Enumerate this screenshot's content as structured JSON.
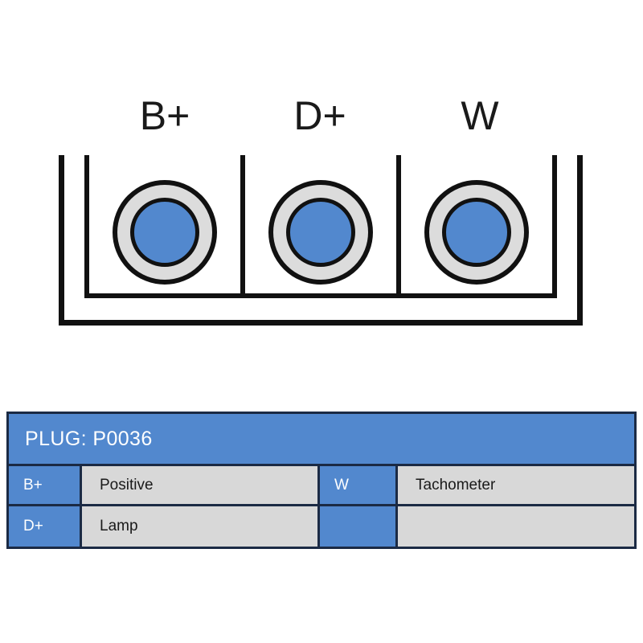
{
  "diagram": {
    "name": "alternator-connector-plug",
    "pins": [
      {
        "label": "B+",
        "terminal_color": "#5288ce",
        "ring_color": "#dcdcdc"
      },
      {
        "label": "D+",
        "terminal_color": "#5288ce",
        "ring_color": "#dcdcdc"
      },
      {
        "label": "W",
        "terminal_color": "#5288ce",
        "ring_color": "#dcdcdc"
      }
    ],
    "outline_color": "#111111"
  },
  "legend": {
    "title": "PLUG: P0036",
    "rows": [
      {
        "left_key": "B+",
        "left_value": "Positive",
        "right_key": "W",
        "right_value": "Tachometer"
      },
      {
        "left_key": "D+",
        "left_value": "Lamp",
        "right_key": "",
        "right_value": ""
      }
    ]
  },
  "colors": {
    "accent_blue": "#5288ce",
    "cell_gray": "#d8d8d8",
    "border_navy": "#1b2a44",
    "outline_black": "#111111"
  }
}
